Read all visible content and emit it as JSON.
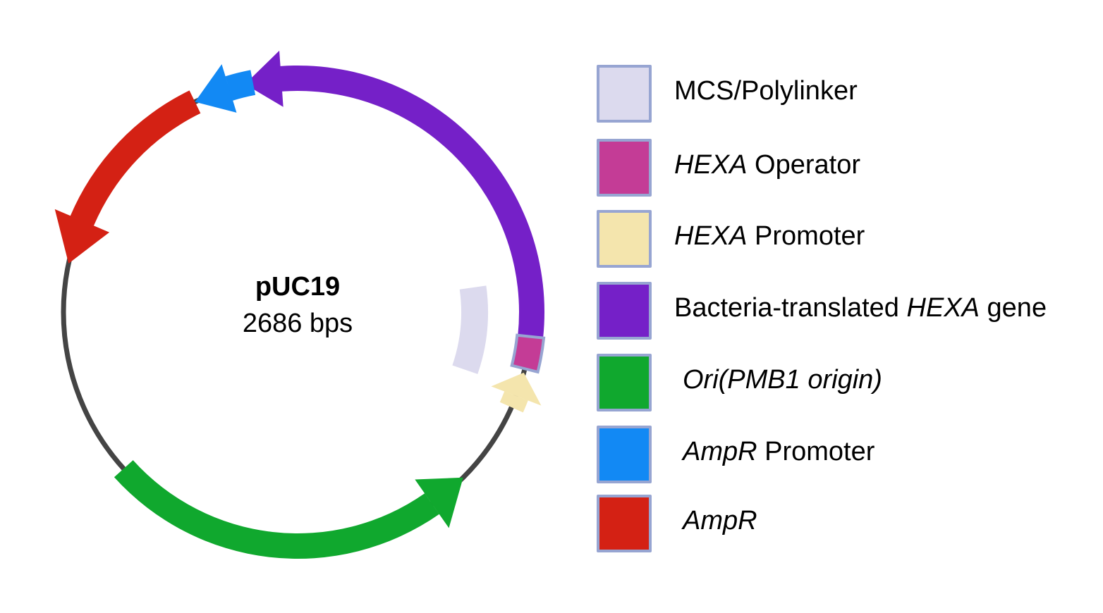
{
  "plasmid": {
    "name": "pUC19",
    "size_label": "2686 bps",
    "backbone_color": "#444444"
  },
  "features": [
    {
      "id": "hexa-gene",
      "name": "Bacteria-translated HEXA gene",
      "color": "#7520c8",
      "start_deg": -19,
      "end_deg": 98,
      "direction": "ccw",
      "type": "arrow"
    },
    {
      "id": "hexa-operator",
      "name": "HEXA Operator",
      "color": "#c43c96",
      "start_deg": 98,
      "end_deg": 106,
      "direction": "none",
      "type": "box"
    },
    {
      "id": "hexa-promoter",
      "name": "HEXA Promoter",
      "color": "#f4e5ad",
      "start_deg": 108,
      "end_deg": 118,
      "direction": "ccw",
      "type": "arrow"
    },
    {
      "id": "mcs",
      "name": "MCS/Polylinker",
      "color": "#dcdaee",
      "start_deg": 70,
      "end_deg": 98,
      "direction": "none",
      "type": "inner-band"
    },
    {
      "id": "ori",
      "name": "Ori(PMB1 origin)",
      "color": "#10a82e",
      "start_deg": 138,
      "end_deg": 221,
      "direction": "ccw",
      "type": "arrow"
    },
    {
      "id": "ampr",
      "name": "AmpR",
      "color": "#d42114",
      "start_deg": 205,
      "end_deg": 310,
      "direction": "cw-down",
      "type": "arrow"
    },
    {
      "id": "ampr-promoter",
      "name": "AmpR Promoter",
      "color": "#1289f4",
      "start_deg": 312,
      "end_deg": 326,
      "direction": "ccw",
      "type": "arrow"
    }
  ],
  "legend": [
    {
      "italic": "",
      "text": "MCS/Polylinker",
      "suffix": "",
      "color": "#dcdaee"
    },
    {
      "italic": "HEXA",
      "text": " Operator",
      "suffix": "",
      "color": "#c43c96"
    },
    {
      "italic": "HEXA",
      "text": " Promoter",
      "suffix": "",
      "color": "#f4e5ad"
    },
    {
      "italic": "",
      "text": "Bacteria-translated ",
      "suffix_italic": "HEXA",
      "suffix": " gene",
      "color": "#7520c8"
    },
    {
      "italic": "Ori(PMB1 origin)",
      "text": "",
      "suffix": "",
      "color": "#10a82e"
    },
    {
      "italic": "AmpR",
      "text": " Promoter",
      "suffix": "",
      "color": "#1289f4"
    },
    {
      "italic": "AmpR",
      "text": "",
      "suffix": "",
      "color": "#d42114"
    }
  ]
}
